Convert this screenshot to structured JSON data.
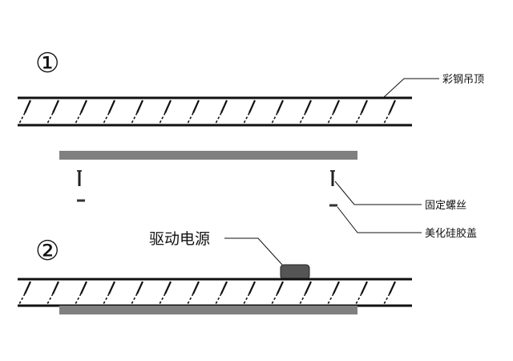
{
  "steps": {
    "one": "①",
    "two": "②"
  },
  "labels": {
    "ceiling": "彩钢吊顶",
    "screw": "固定螺丝",
    "cap": "美化硅胶盖",
    "driver": "驱动电源"
  },
  "colors": {
    "line": "#111111",
    "panel": "#808080",
    "driver": "#555555"
  }
}
